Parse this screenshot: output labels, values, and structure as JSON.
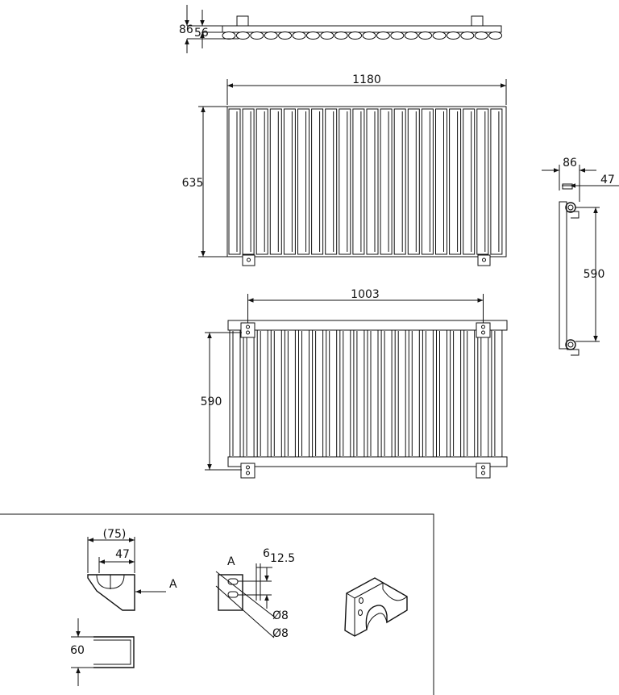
{
  "top_view": {
    "dim_depth": "86",
    "dim_wall": "56"
  },
  "front_view": {
    "dim_width": "1180",
    "dim_height": "635"
  },
  "back_view": {
    "dim_centres": "1003",
    "dim_height": "590"
  },
  "side_view": {
    "dim_depth": "86",
    "dim_offset": "47",
    "dim_height": "590"
  },
  "bracket_detail": {
    "dim_overall": "(75)",
    "dim_depth": "47",
    "dim_height": "60",
    "arrow_label": "A",
    "view_label": "A",
    "dim_hole_offset": "6",
    "dim_hole_pitch": "12.5",
    "dim_hole_dia_1": "Ø8",
    "dim_hole_dia_2": "Ø8"
  }
}
